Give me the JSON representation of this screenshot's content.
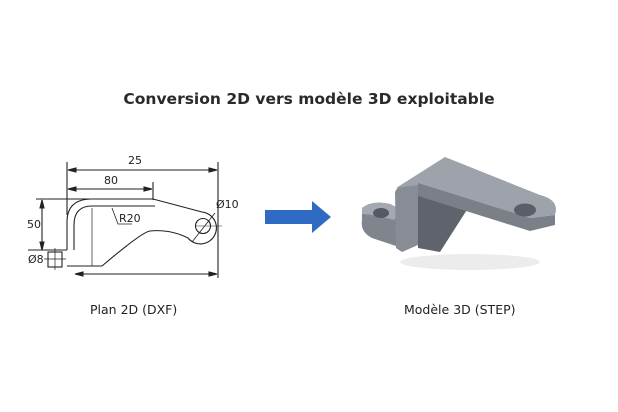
{
  "title": "Conversion 2D vers modèle 3D exploitable",
  "drawing_2d": {
    "caption": "Plan 2D (DXF)",
    "dimensions": {
      "overall_length": "25",
      "top_length": "80",
      "height": "50",
      "bend_radius": "R20",
      "hole_diameter": "Ø10",
      "pin_diameter": "Ø8"
    }
  },
  "model_3d": {
    "caption": "Modèle 3D (STEP)"
  },
  "colors": {
    "arrow": "#2f6bc4",
    "model": "#8a8f99",
    "line": "#222222"
  }
}
